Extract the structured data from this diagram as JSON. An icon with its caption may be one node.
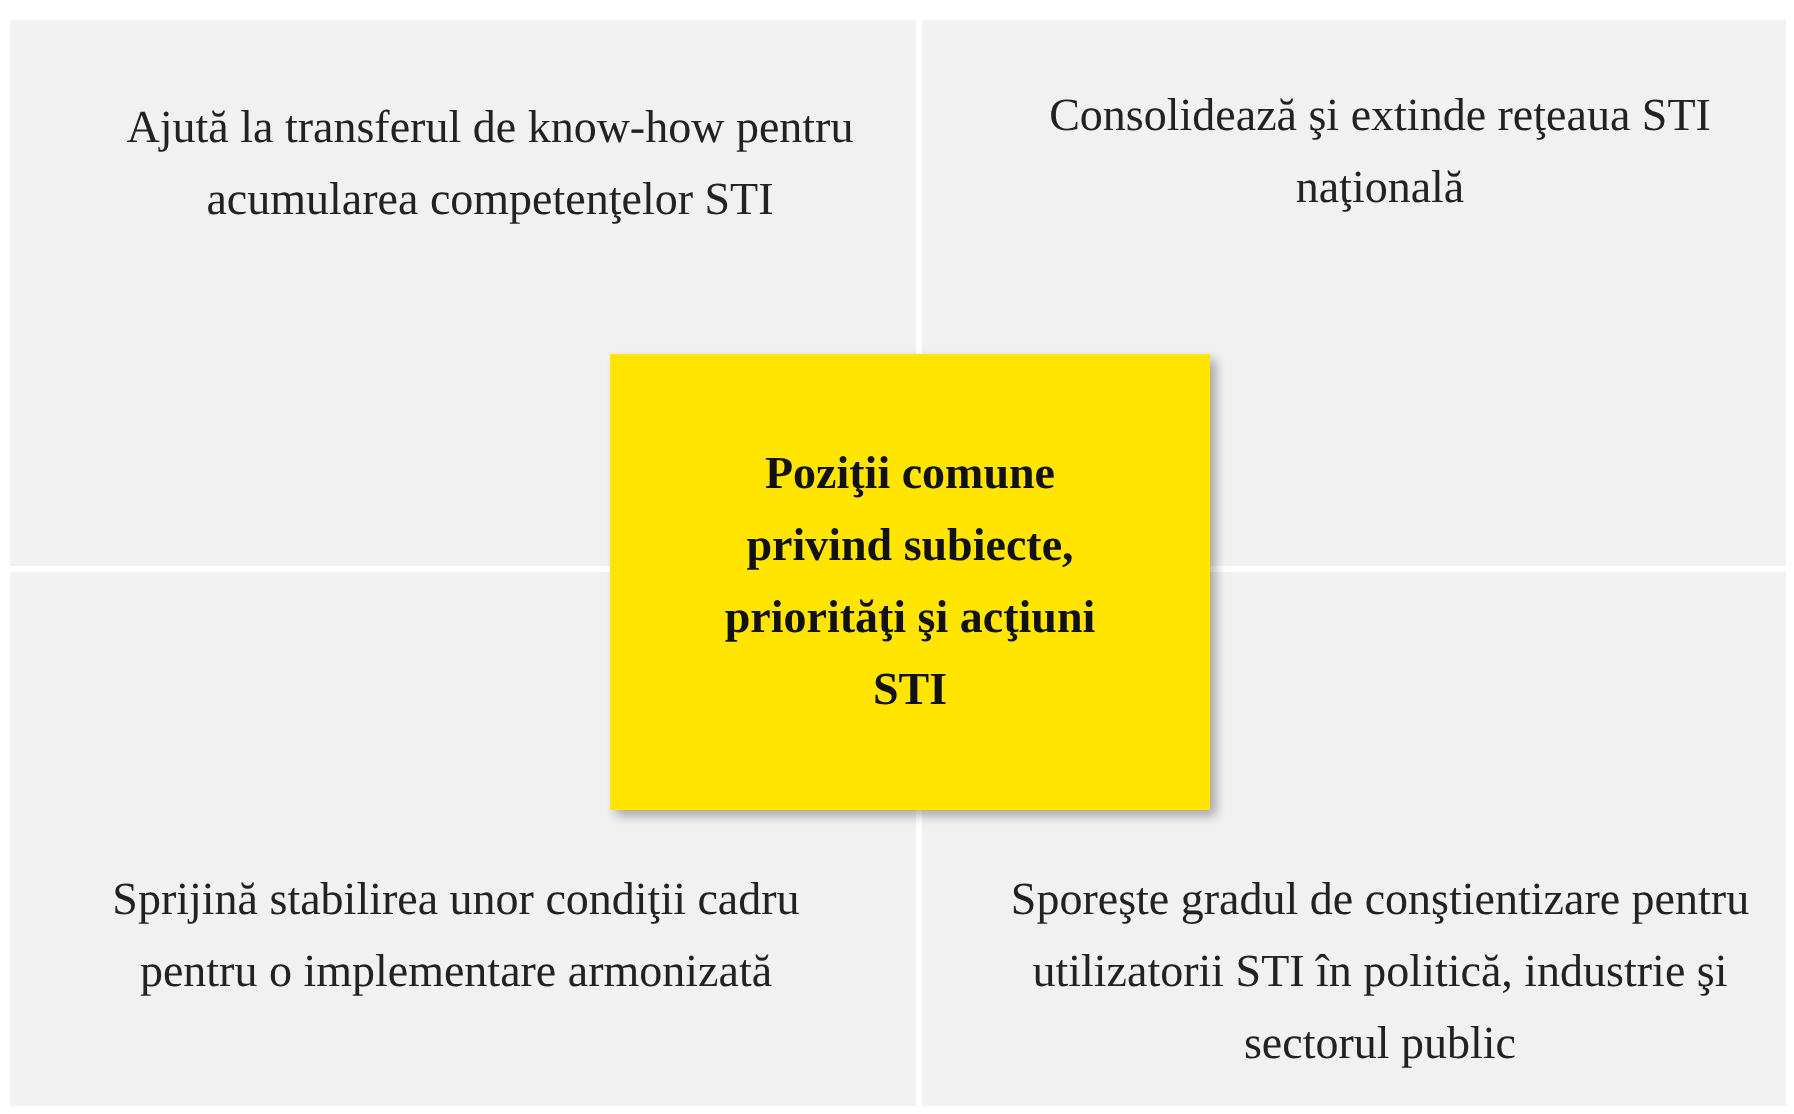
{
  "diagram": {
    "nodes": [
      {
        "text": [
          "Ajută la transferul de know-how pentru acumularea competenţelor STI"
        ]
      },
      {
        "text": [
          "Consolidează şi extinde reţeaua STI naţională"
        ]
      },
      {
        "text": [
          "Sprijină stabilirea unor condiţii cadru pentru o implementare armonizată"
        ]
      },
      {
        "text": [
          "Sporeşte gradul de conştientizare pentru utilizatorii STI în politică, industrie şi sectorul public"
        ]
      },
      {
        "text": [
          "Poziţii comune privind subiecte, priorităţi şi acţiuni STI"
        ]
      }
    ]
  }
}
